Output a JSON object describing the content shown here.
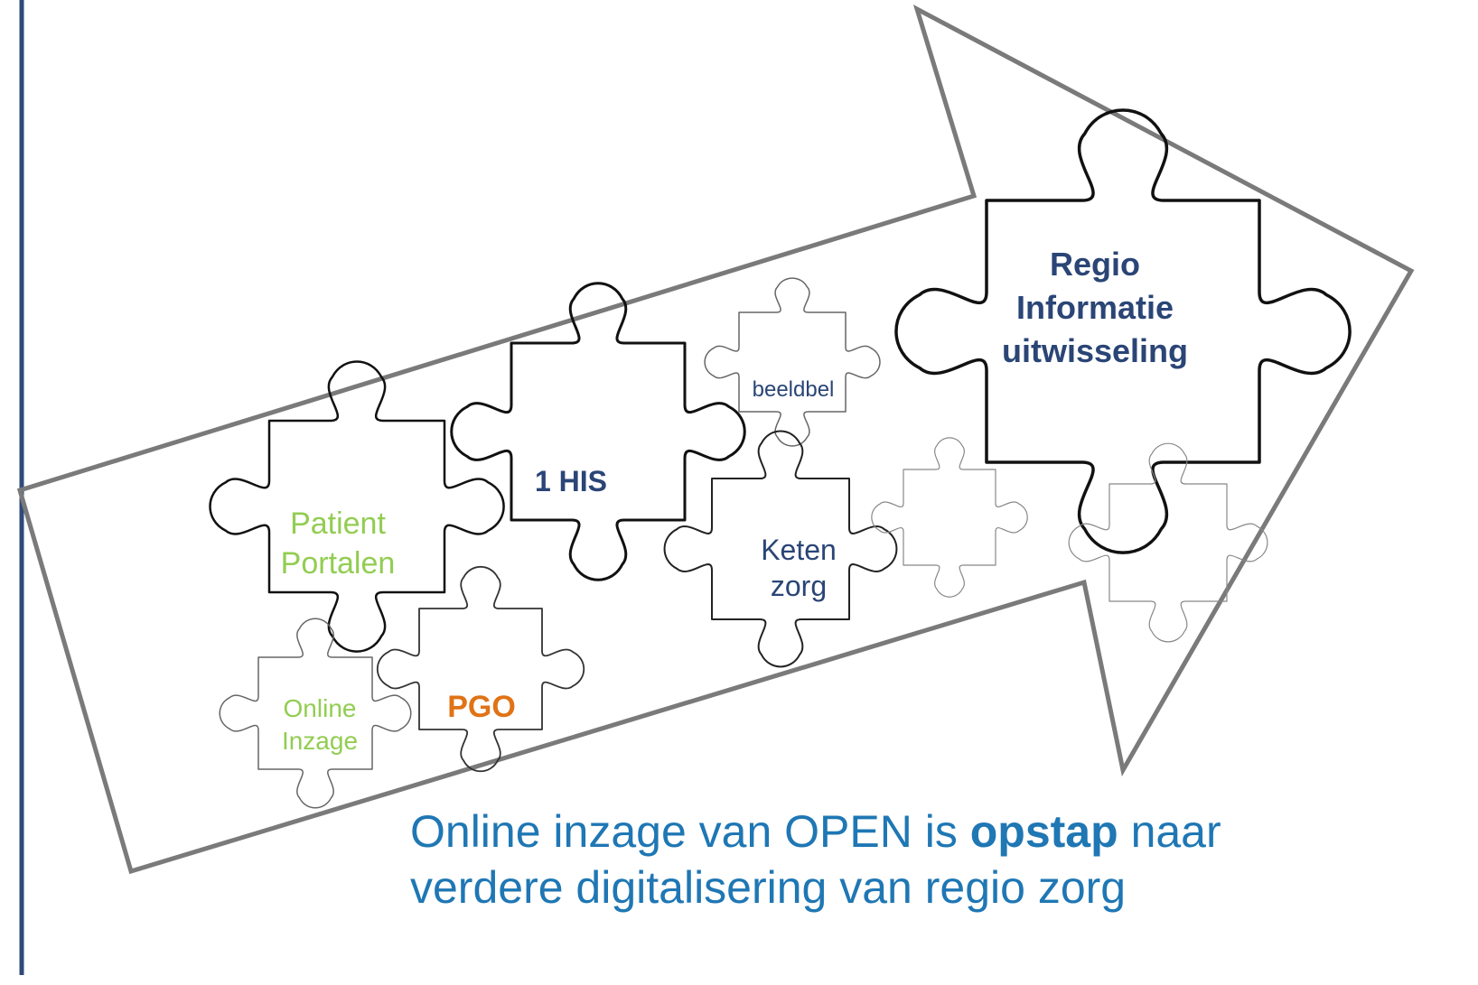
{
  "colors": {
    "left_rule": "#2f4a7a",
    "arrow_outline": "#7a7a7a",
    "navy": "#2a4576",
    "green": "#92cd52",
    "orange": "#e07315",
    "caption_blue": "#1f77b4"
  },
  "pieces": [
    {
      "name": "piece-regio-informatie-uitwisseling",
      "lines": [
        "Regio",
        "Informatie",
        "uitwisseling"
      ],
      "color": "navy",
      "bold": true
    },
    {
      "name": "piece-1-his",
      "lines": [
        "1 HIS"
      ],
      "color": "navy",
      "bold": true
    },
    {
      "name": "piece-beeldbel",
      "lines": [
        "beeldbel"
      ],
      "color": "navy",
      "bold": false
    },
    {
      "name": "piece-ketenzorg",
      "lines": [
        "Keten",
        "zorg"
      ],
      "color": "navy",
      "bold": false
    },
    {
      "name": "piece-patient-portalen",
      "lines": [
        "Patient",
        "Portalen"
      ],
      "color": "green",
      "bold": false
    },
    {
      "name": "piece-online-inzage",
      "lines": [
        "Online",
        "Inzage"
      ],
      "color": "green",
      "bold": false
    },
    {
      "name": "piece-pgo",
      "lines": [
        "PGO"
      ],
      "color": "orange",
      "bold": true
    },
    {
      "name": "piece-blank-1",
      "lines": [],
      "color": "navy",
      "bold": false
    },
    {
      "name": "piece-blank-2",
      "lines": [],
      "color": "navy",
      "bold": false
    }
  ],
  "caption": {
    "line1_before": "Online inzage van OPEN is ",
    "line1_bold": "opstap",
    "line1_after": " naar",
    "line2": "verdere digitalisering van regio zorg"
  }
}
